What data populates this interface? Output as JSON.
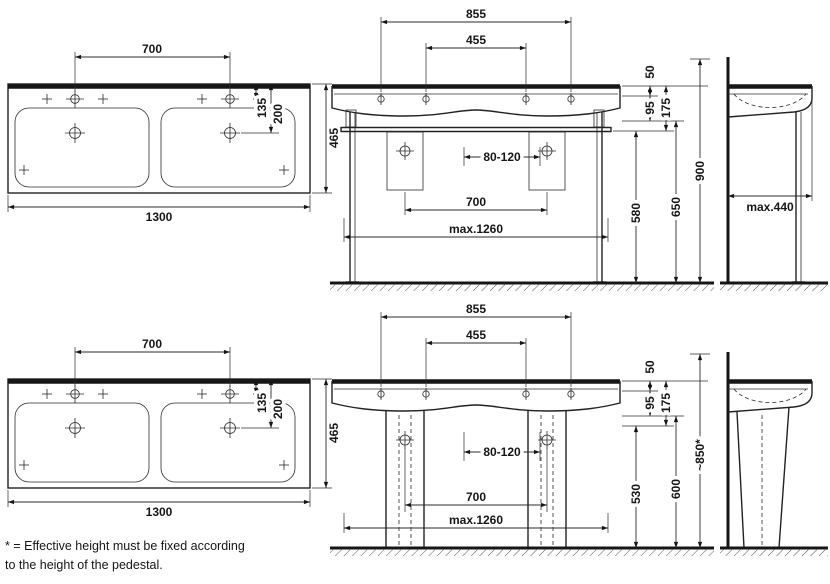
{
  "drawing": {
    "plan": {
      "tap_distance": "700",
      "width": "1300",
      "depth": "465",
      "dim_135": "135",
      "dim_200": "200"
    },
    "front_top": {
      "tap_outer": "855",
      "tap_inner": "455",
      "dim_50": "50",
      "dim_95": "95",
      "dim_175": "175",
      "drain_range": "80-120",
      "drain_distance": "700",
      "dim_580": "580",
      "dim_650": "650",
      "height": "900",
      "max_width": "max.1260"
    },
    "side_top": {
      "max_depth": "max.440"
    },
    "front_bottom": {
      "tap_outer": "855",
      "tap_inner": "455",
      "dim_50": "50",
      "dim_95": "95",
      "dim_175": "175",
      "drain_range": "80-120",
      "drain_distance": "700",
      "dim_530": "530",
      "dim_600": "600",
      "height": "~850*",
      "max_width": "max.1260"
    },
    "footnote_line1": "* = Effective height must be fixed according",
    "footnote_line2": "to the height of the pedestal."
  }
}
